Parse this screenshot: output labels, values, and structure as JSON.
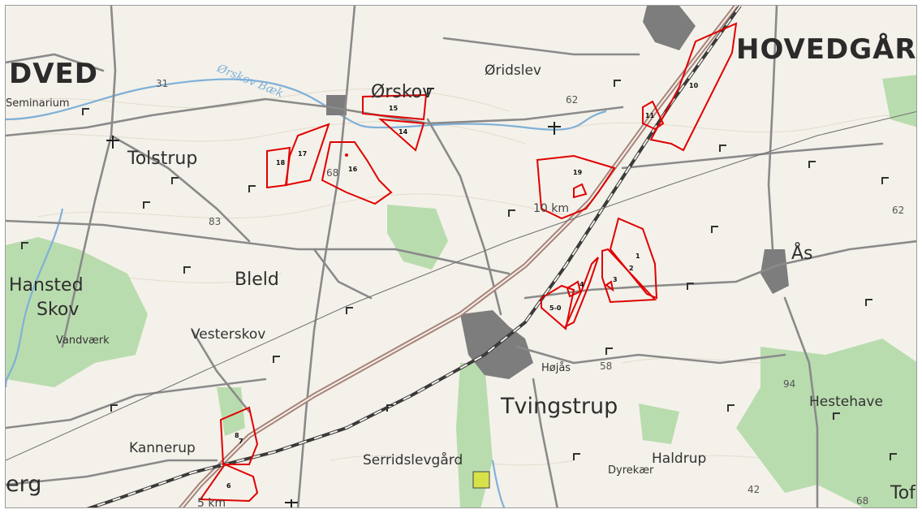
{
  "map": {
    "towns": {
      "hovedgaard": "HOVEDGÅRD",
      "dved": "DVED",
      "seminarium": "Seminarium",
      "tolstrup": "Tolstrup",
      "orskov": "Ørskov",
      "oridslev": "Øridslev",
      "hansted": "Hansted",
      "skov": "Skov",
      "vandvaerk": "Vandværk",
      "vesterskov": "Vesterskov",
      "bleld": "Bleld",
      "kannerup": "Kannerup",
      "erg": "erg",
      "serridslevgaard": "Serridslevgård",
      "tvingstrup": "Tvingstrup",
      "hojas": "Højås",
      "haldrup": "Haldrup",
      "dyrekaer": "Dyrekær",
      "hestehave": "Hestehave",
      "as": "Ås",
      "tof": "Tof"
    },
    "water": {
      "orskov_baek": "Ørskov Bæk"
    },
    "elevations": [
      "31",
      "62",
      "83",
      "68",
      "94",
      "42",
      "58",
      "68",
      "62"
    ],
    "scale_markers": {
      "ten_km": "10 km",
      "five_km": "5 km"
    }
  },
  "plots": [
    {
      "label": "1"
    },
    {
      "label": "2"
    },
    {
      "label": "3"
    },
    {
      "label": "4"
    },
    {
      "label": "5-0"
    },
    {
      "label": "6"
    },
    {
      "label": "7"
    },
    {
      "label": "8"
    },
    {
      "label": "10"
    },
    {
      "label": "11"
    },
    {
      "label": "14"
    },
    {
      "label": "15"
    },
    {
      "label": "16"
    },
    {
      "label": "17"
    },
    {
      "label": "18"
    },
    {
      "label": "19"
    }
  ],
  "colors": {
    "plot_outline": "#e00000",
    "forest": "#b9dcae",
    "water": "#7fb0d8",
    "road": "#8a8a8a",
    "railway": "#3a3a3a",
    "motorway": "#a8837a",
    "town": "#7d7d7d"
  }
}
